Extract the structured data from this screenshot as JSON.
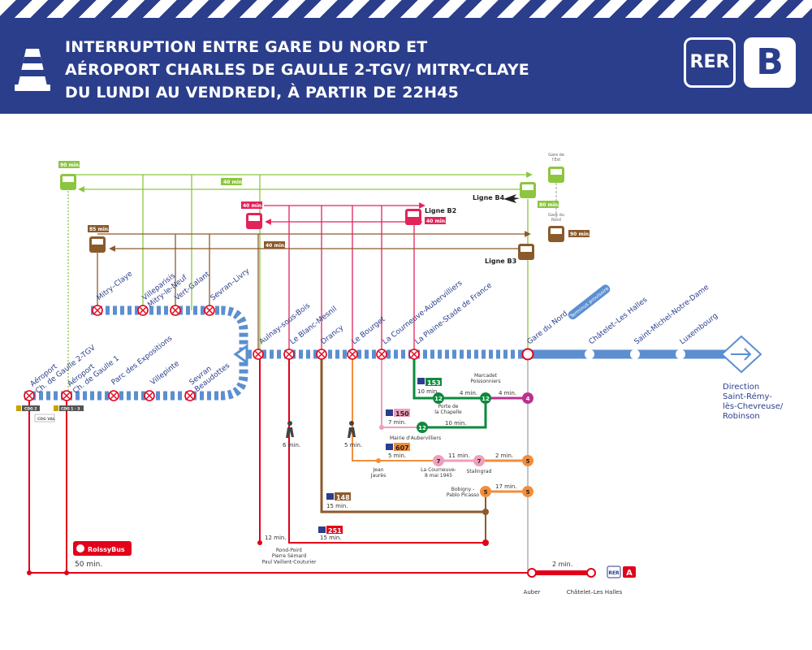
{
  "banner": {
    "title_lines": [
      "INTERRUPTION ENTRE GARE DU NORD ET",
      "AÉROPORT CHARLES DE GAULLE 2-TGV/ MITRY-CLAYE",
      "DU LUNDI AU VENDREDI, À PARTIR DE 22H45"
    ],
    "rer_label": "RER",
    "line_label": "B"
  },
  "colors": {
    "banner_bg": "#2b3e8c",
    "rer_blue": "#5b8fd0",
    "green_bus": "#8cc63f",
    "pink_bus": "#e2245b",
    "brown_bus": "#8b5a2b",
    "metro12": "#0d8a3c",
    "metro4": "#b9328f",
    "metro7": "#f09ebd",
    "metro5": "#f28e3c",
    "rer_a": "#e2001a"
  },
  "stations": {
    "aeroport_cdg2": "Aéroport\nCh. de Gaulle 2-TGV",
    "aeroport_cdg1": "Aéroport\nCh. de Gaulle 1",
    "parc_expo": "Parc des Expositions",
    "villepinte": "Villepinte",
    "sevran_beaudottes": "Sevran\nBeaudottes",
    "mitry_claye": "Mitry–Claye",
    "villeparisis": "Villeparisis\nMitry-le-Neuf",
    "vert_galant": "Vert-Galant",
    "sevran_livry": "Sevran–Livry",
    "aulnay": "Aulnay-sous-Bois",
    "blanc_mesnil": "Le Blanc-Mesnil",
    "drancy": "Drancy",
    "bourget": "Le Bourget",
    "courneuve": "La Courneuve-Aubervilliers",
    "plaine": "La Plaine-Stade de France",
    "gare_du_nord": "Gare du Nord",
    "terminus": "Terminus provisoire",
    "chatelet": "Châtelet–Les Halles",
    "st_michel": "Saint-Michel-Notre-Dame",
    "luxembourg": "Luxembourg",
    "direction": "Direction\nSaint-Rémy-\nlès-Chevreuse/\nRobinson"
  },
  "buses": {
    "green_freq": "90 min.",
    "green_time": "40 min.",
    "green_freq2": "80 min.",
    "ligne_b4": "Ligne B4",
    "gare_est": "Gare de\nl'Est",
    "pink_freq": "40 min.",
    "ligne_b2": "Ligne B2",
    "pink_time": "40 min.",
    "brown_freq": "85 min.",
    "brown_time": "40 min.",
    "brown_freq2": "90 min.",
    "ligne_b3": "Ligne B3",
    "gare_nord_small": "Gare du\nNord"
  },
  "connections": {
    "bus153": "153",
    "t153": "10 min.",
    "marcadet": "Marcadet\nPoissonniers",
    "t_m12_upper": "4 min.",
    "t_m4": "4 min.",
    "porte_chapelle": "Porte de\nla Chapelle",
    "bus150": "150",
    "t150": "7 min.",
    "t_m12_lower": "10 min.",
    "mairie_auber": "Mairie d'Aubervilliers",
    "walk_blanc": "6 min.",
    "walk_drancy": "5 min.",
    "bus607": "607",
    "t607": "5 min.",
    "jean_jaures": "Jean\nJaurès",
    "t_m7": "11 min.",
    "courneuve_8mai": "La Courneuve-\n8 mai 1945",
    "stalingrad": "Stalingrad",
    "t_m7_m5": "2 min.",
    "bobigny": "Bobigny -\nPablo Picasso",
    "t_m5": "17 min.",
    "bus148": "148",
    "t148": "15 min.",
    "bus251": "251",
    "t251": "15 min.",
    "t_aulnay_bus": "12 min.",
    "rond_point": "Rond-Point\nPierre Sémard\nPaul Vaillant-Couturier",
    "roissybus": "RoissyBus",
    "t_roissybus": "50 min.",
    "t_rer_a": "2 min.",
    "auber": "Auber",
    "chatelet_rer_a": "Châtelet–Les Halles",
    "rer": "RER",
    "rer_a": "A",
    "cdg2_tag": "CDG 2",
    "cdg1_tag": "CDG 1 · 3",
    "cdg_val": "CDG VAL",
    "m12": "12",
    "m4": "4",
    "m7": "7",
    "m5": "5"
  }
}
